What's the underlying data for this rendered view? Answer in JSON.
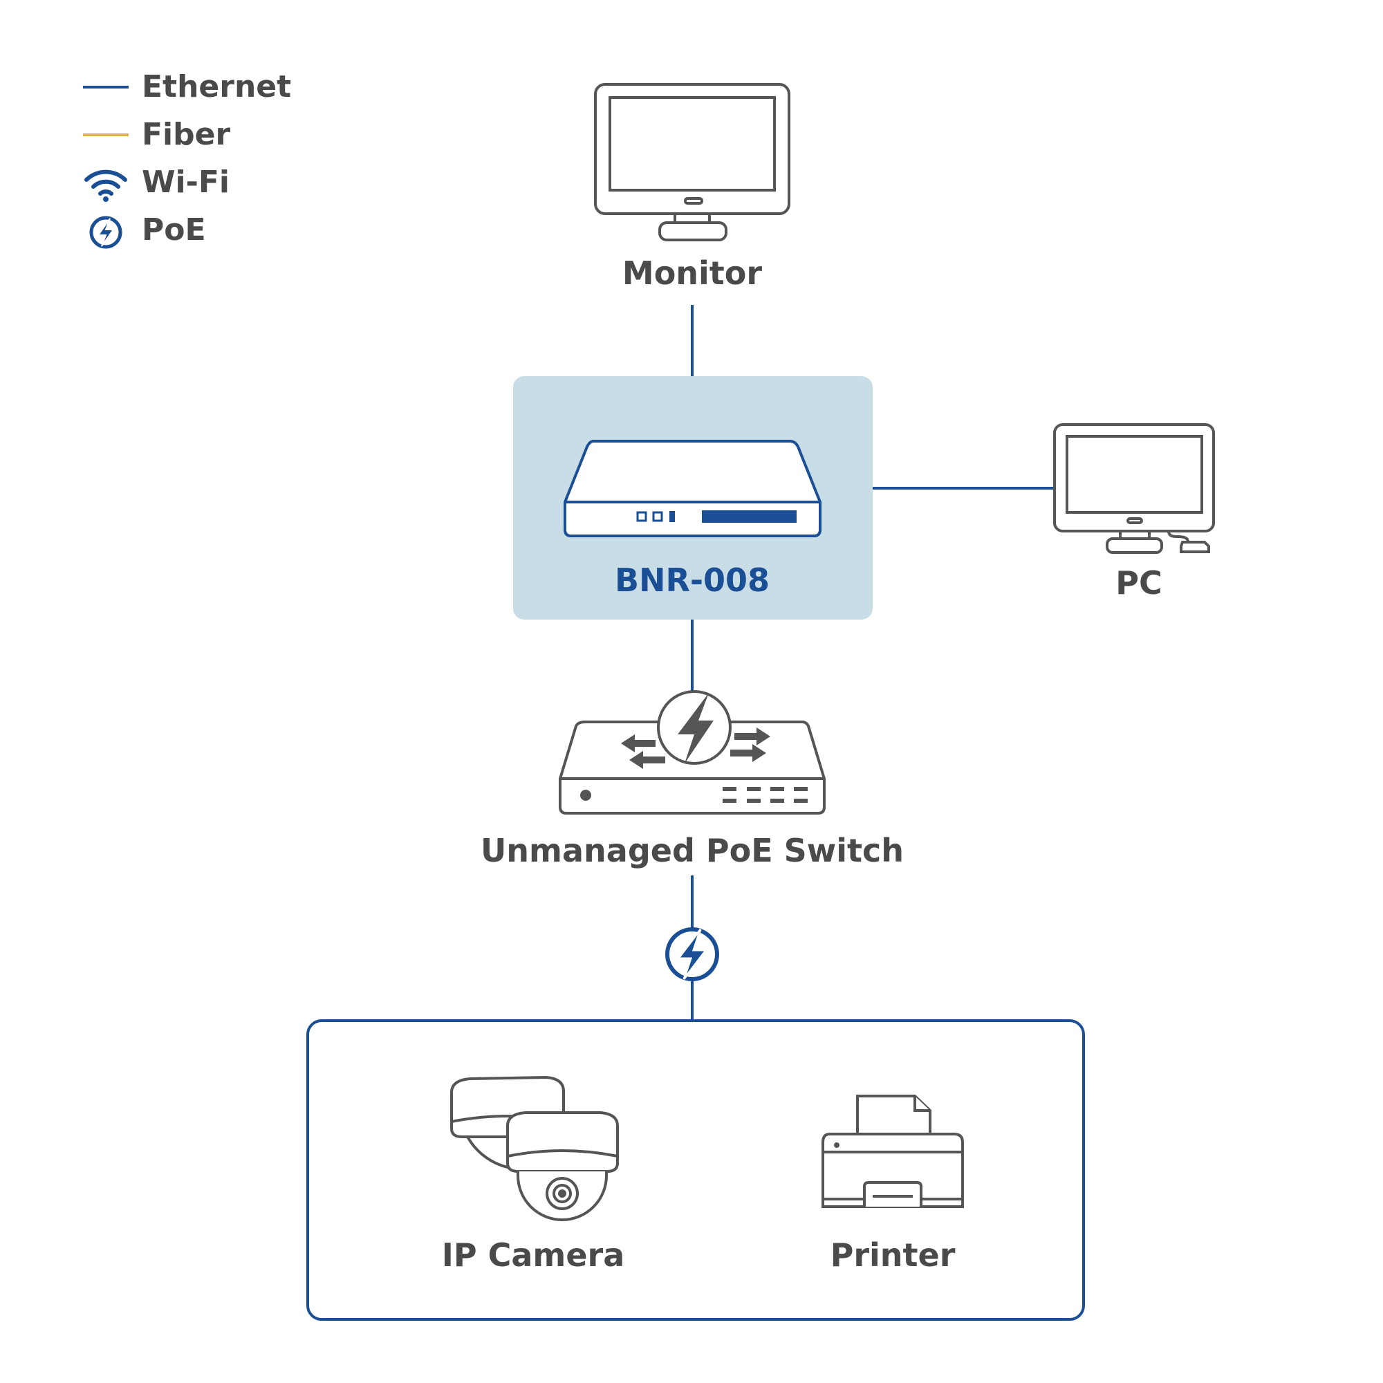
{
  "colors": {
    "ethernet": "#1a4f95",
    "fiber": "#d9b24a",
    "device_stroke": "#555555",
    "highlight_bg": "#c9dde6",
    "label_text": "#4a4a4a",
    "accent_text": "#1a4f95"
  },
  "legend": {
    "ethernet_label": "Ethernet",
    "fiber_label": "Fiber",
    "wifi_label": "Wi-Fi",
    "poe_label": "PoE",
    "wifi_icon": "wifi-icon",
    "poe_icon": "poe-bolt-icon"
  },
  "nodes": {
    "monitor": {
      "label": "Monitor",
      "icon": "monitor-icon"
    },
    "recorder": {
      "label": "BNR-008",
      "icon": "nvr-device-icon"
    },
    "pc": {
      "label": "PC",
      "icon": "pc-icon"
    },
    "switch": {
      "label": "Unmanaged PoE Switch",
      "icon": "poe-switch-icon"
    },
    "camera": {
      "label": "IP Camera",
      "icon": "dome-camera-icon"
    },
    "printer": {
      "label": "Printer",
      "icon": "printer-icon"
    }
  }
}
